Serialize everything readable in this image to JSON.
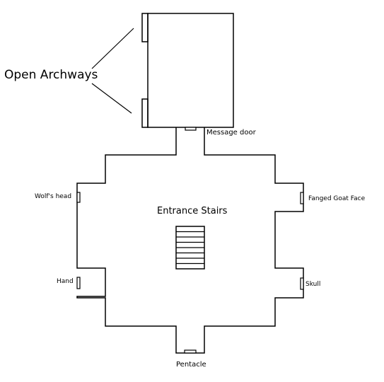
{
  "labels": {
    "open_archways": "Open Archways",
    "message_door": "Message door",
    "wolfs_head": "Wolf's head",
    "fanged_goat_face": "Fanged Goat Face",
    "entrance_stairs": "Entrance Stairs",
    "hand": "Hand",
    "skull": "Skull",
    "pentacle": "Pentacle"
  },
  "colors": {
    "line": "#000000",
    "background": "#ffffff"
  }
}
